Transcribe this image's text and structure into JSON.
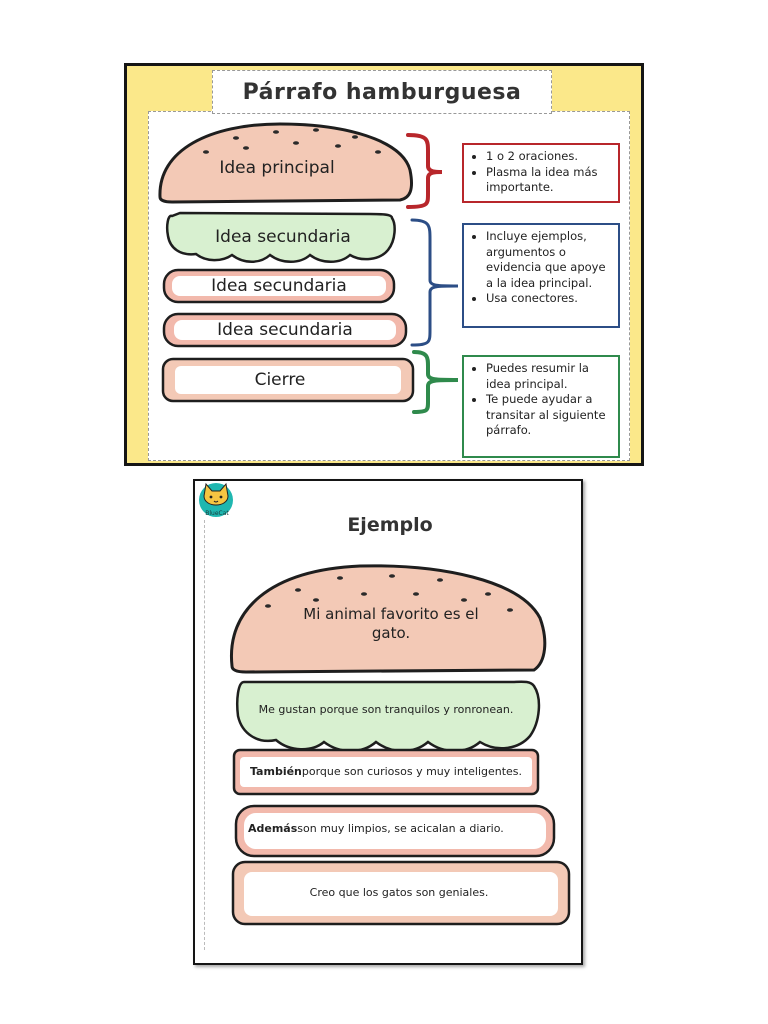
{
  "top": {
    "title": "Párrafo hamburguesa",
    "layers": {
      "bun": "Idea principal",
      "lettuce": "Idea secundaria",
      "meat1": "Idea secundaria",
      "meat2": "Idea secundaria",
      "bottom": "Cierre"
    },
    "notes": {
      "red": [
        "1 o 2 oraciones.",
        "Plasma la idea más importante."
      ],
      "blue": [
        "Incluye ejemplos, argumentos o evidencia que apoye a la idea principal.",
        "Usa conectores."
      ],
      "green": [
        "Puedes resumir la idea principal.",
        "Te puede ayudar a transitar al siguiente párrafo."
      ]
    }
  },
  "example": {
    "logo_text": "BlueCat",
    "title": "Ejemplo",
    "bun": "Mi animal favorito es el gato.",
    "lettuce": "Me gustan porque son tranquilos y ronronean.",
    "meat1_connector": "También",
    "meat1_rest": " porque son curiosos y muy inteligentes.",
    "meat2_connector": "Además",
    "meat2_rest": " son muy limpios, se acicalan a diario.",
    "bottom": "Creo que los gatos son geniales."
  },
  "colors": {
    "card_bg": "#fbe88a",
    "bun_fill": "#f3c9b6",
    "meat_fill": "#f2b9ac",
    "lettuce_fill": "#d8f0d0",
    "red_bracket": "#b8262b",
    "blue_bracket": "#2c4e86",
    "green_bracket": "#2f8a4c"
  }
}
